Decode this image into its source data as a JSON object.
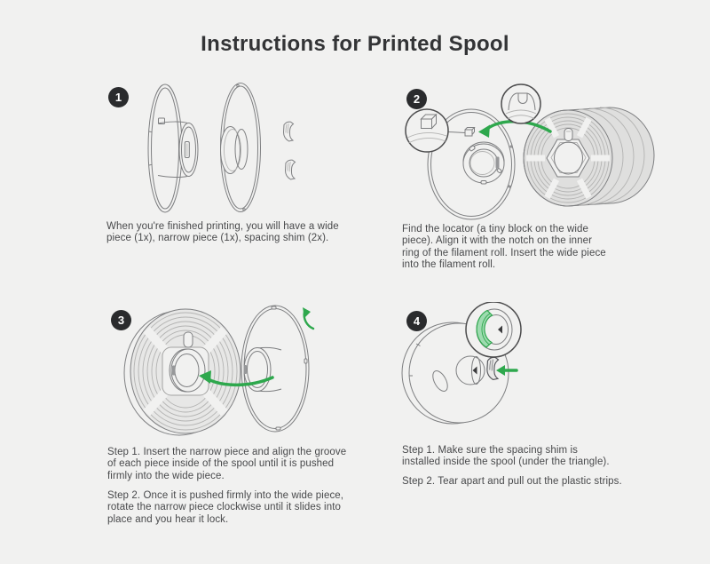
{
  "title": "Instructions for Printed Spool",
  "colors": {
    "background": "#f1f1f0",
    "accent_green": "#2ea84d",
    "shim_highlight_green": "#9edbb0",
    "badge_black": "#2a2b2d",
    "text_gray": "#48494b",
    "line_gray": "#7e7f81"
  },
  "steps": [
    {
      "number": "1",
      "illustration": "exploded-spool-parts",
      "paragraphs": [
        [
          "When you're finished printing, you will have a wide",
          "piece (1x), narrow piece (1x), spacing shim (2x)."
        ]
      ]
    },
    {
      "number": "2",
      "illustration": "wide-piece-into-filament-roll",
      "paragraphs": [
        [
          "Find the locator (a tiny block on the wide",
          "piece). Align it with the notch on the inner",
          "ring of the filament roll. Insert the wide piece",
          "into the filament roll."
        ]
      ]
    },
    {
      "number": "3",
      "illustration": "insert-and-rotate-narrow-piece",
      "paragraphs": [
        [
          "Step 1. Insert the narrow piece and align the groove",
          "of each piece inside of the spool until it is pushed",
          "firmly into the wide piece."
        ],
        [
          "Step 2. Once it is pushed firmly into the wide piece,",
          "rotate the narrow piece clockwise until it slides into",
          "place and you hear it lock."
        ]
      ]
    },
    {
      "number": "4",
      "illustration": "check-spacing-shim",
      "paragraphs": [
        [
          "Step 1. Make sure the spacing shim is",
          "installed inside the spool (under the triangle)."
        ],
        [
          "Step 2. Tear apart and pull out the plastic strips."
        ]
      ]
    }
  ]
}
